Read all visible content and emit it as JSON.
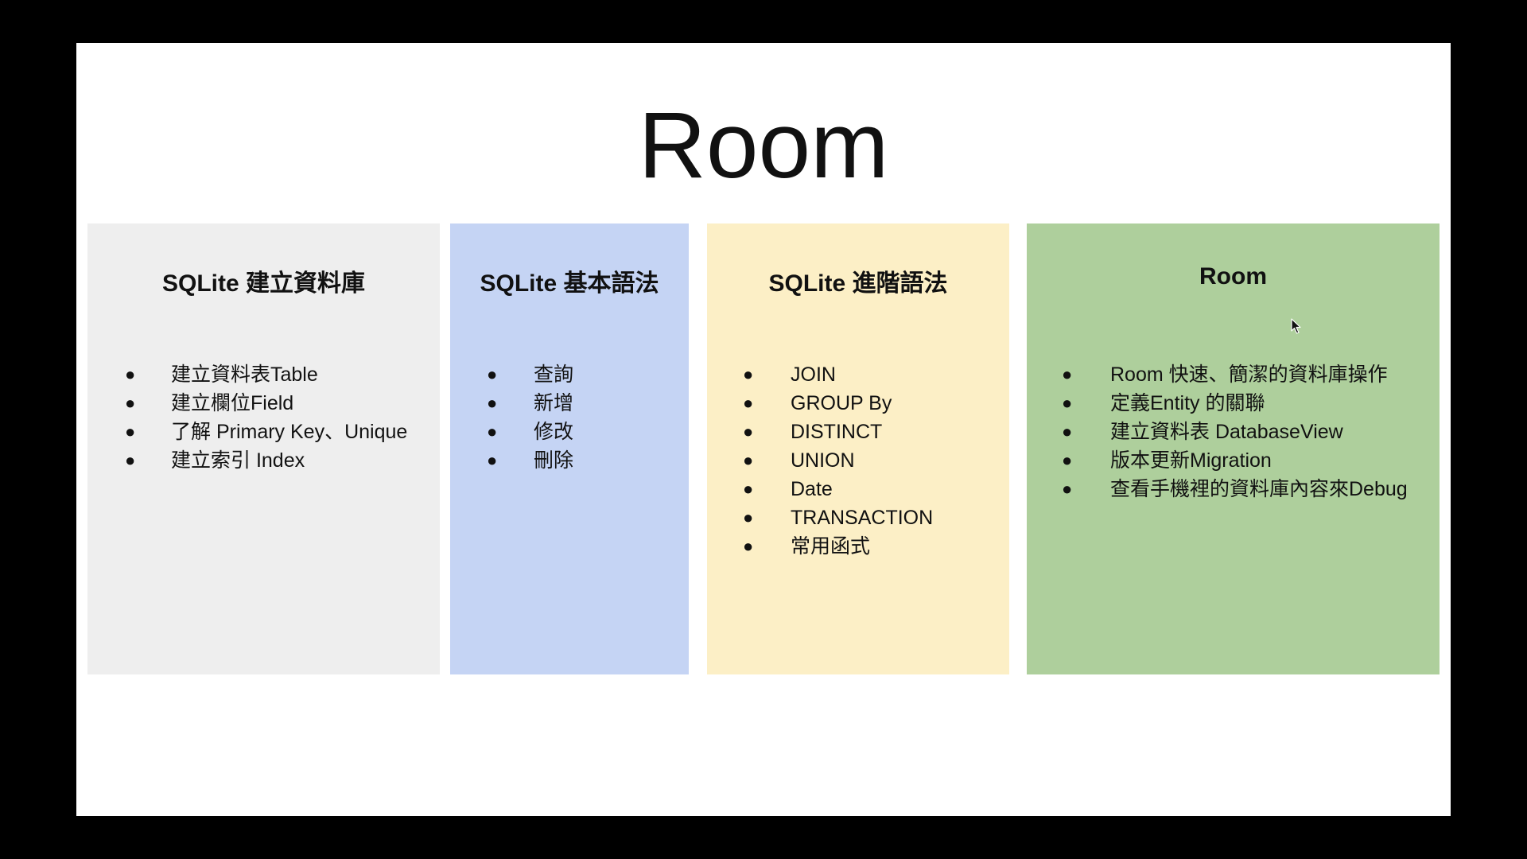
{
  "slide": {
    "title": "Room"
  },
  "panels": [
    {
      "title": "SQLite 建立資料庫",
      "color": "#eeeeee",
      "items": [
        "建立資料表Table",
        "建立欄位Field",
        "了解 Primary Key、Unique",
        "建立索引 Index"
      ]
    },
    {
      "title": "SQLite 基本語法",
      "color": "#c5d4f4",
      "items": [
        "查詢",
        "新增",
        "修改",
        "刪除"
      ]
    },
    {
      "title": "SQLite 進階語法",
      "color": "#fcefc6",
      "items": [
        "JOIN",
        "GROUP By",
        "DISTINCT",
        "UNION",
        "Date",
        "TRANSACTION",
        "常用函式"
      ]
    },
    {
      "title": "Room",
      "color": "#aecf9c",
      "items": [
        "Room 快速、簡潔的資料庫操作",
        "定義Entity 的關聯",
        "建立資料表 DatabaseView",
        "版本更新Migration",
        "查看手機裡的資料庫內容來Debug"
      ]
    }
  ],
  "bullet_char": "●",
  "icons": {
    "cursor": "mouse-pointer-icon"
  }
}
